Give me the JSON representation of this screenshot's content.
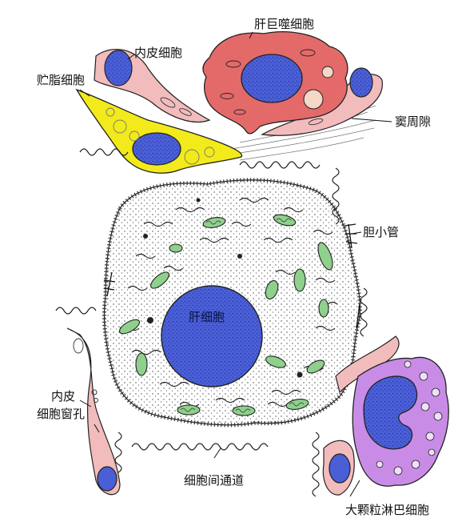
{
  "labels": {
    "kupffer_cell": "肝巨噬细胞",
    "endothelial_cell": "内皮细胞",
    "fat_storing_cell": "贮脂细胞",
    "space_of_disse": "窦周隙",
    "bile_canaliculus": "胆小管",
    "hepatocyte": "肝细胞",
    "fenestra_line1": "内皮",
    "fenestra_line2": "细胞窗孔",
    "intercellular_channel": "细胞间通道",
    "large_granular_lymphocyte": "大颗粒淋巴细胞"
  },
  "colors": {
    "nucleus": "#4a5fd6",
    "kupffer_body": "#e46a6a",
    "endothelium": "#f2bcbc",
    "fat_storing_body": "#f2ea1a",
    "mitochondria": "#8ed08c",
    "lymphocyte_body": "#c98ce6",
    "outline": "#222222"
  }
}
